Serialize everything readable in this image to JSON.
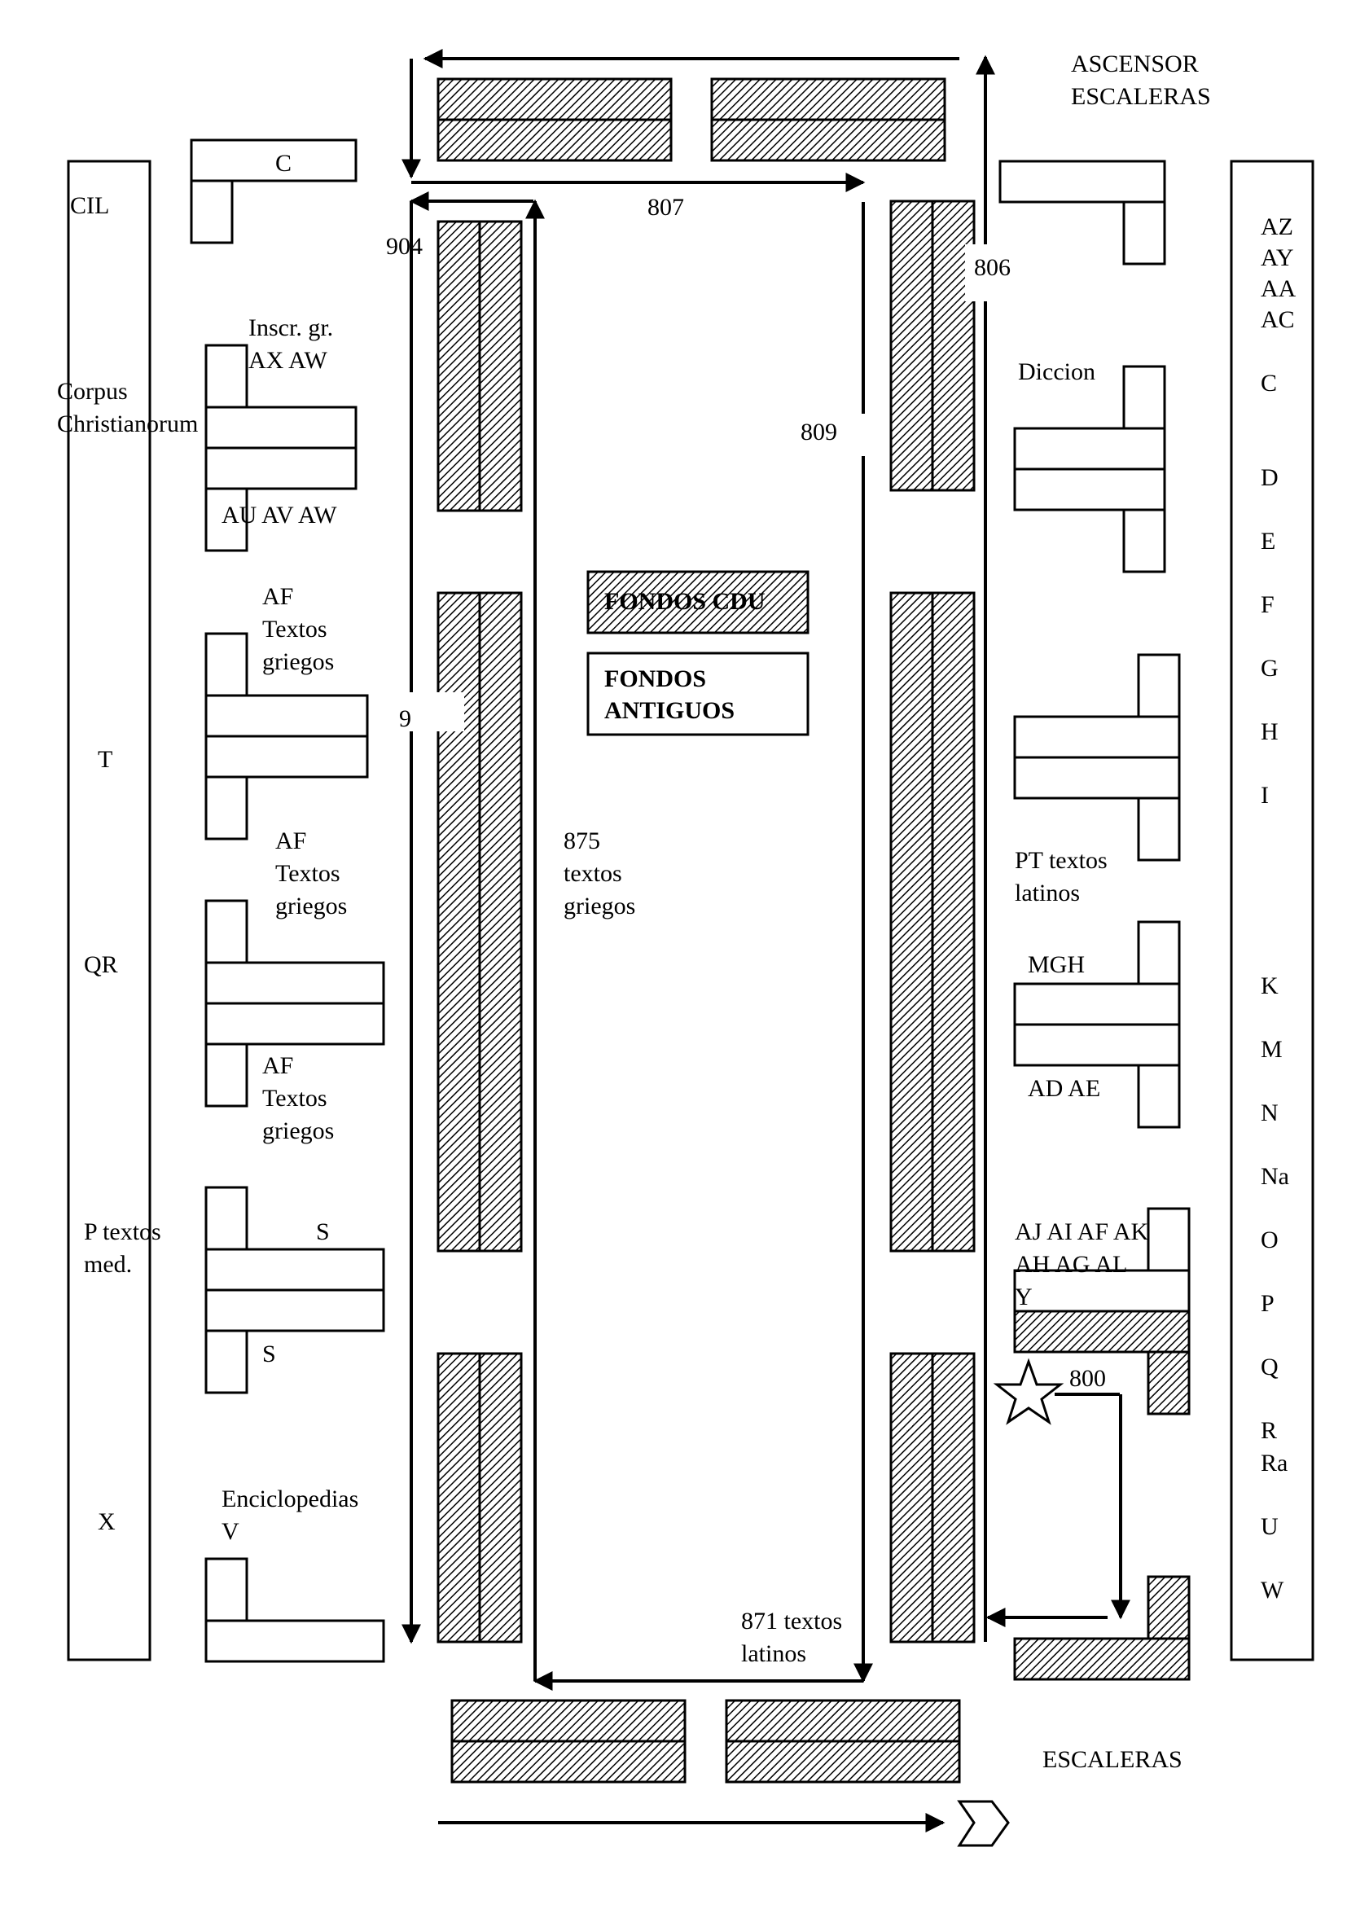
{
  "colors": {
    "ink": "#000000",
    "paper": "#ffffff"
  },
  "icons": {
    "marker": "star-icon",
    "exit": "chevron-right-icon"
  },
  "top_right": {
    "line1": "ASCENSOR",
    "line2": "ESCALERAS"
  },
  "bottom_right": "ESCALERAS",
  "numbers": {
    "n807": "807",
    "n806": "806",
    "n904": "904",
    "n809": "809",
    "n9": "9",
    "n800": "800",
    "n875": [
      "875",
      "textos",
      "griegos"
    ],
    "n871": [
      "871 textos",
      "latinos"
    ]
  },
  "center": {
    "fondos_cdu": "FONDOS CDU",
    "fondos_antiguos": [
      "FONDOS",
      "ANTIGUOS"
    ]
  },
  "left_wall": [
    "CIL",
    "Corpus",
    "Christianorum",
    "T",
    "QR",
    "P textos",
    "med.",
    "X"
  ],
  "left_units": {
    "c": "C",
    "inscr": [
      "Inscr. gr.",
      "AX AW"
    ],
    "au": "AU AV AW",
    "af1": [
      "AF",
      "Textos",
      "griegos"
    ],
    "af2": [
      "AF",
      "Textos",
      "griegos"
    ],
    "af3": [
      "AF",
      "Textos",
      "griegos"
    ],
    "s1": "S",
    "s2": "S",
    "encic": [
      "Enciclopedias",
      "V"
    ]
  },
  "right_units": {
    "diccion": "Diccion",
    "pt": [
      "PT textos",
      "latinos"
    ],
    "mgh": "MGH",
    "adae": "AD AE",
    "aj": [
      "AJ AI AF AK",
      "AH AG AL",
      "Y"
    ]
  },
  "right_wall": [
    "AZ",
    "AY",
    "AA",
    "AC",
    "C",
    "D",
    "E",
    "F",
    "G",
    "H",
    "I",
    "K",
    "M",
    "N",
    "Na",
    "O",
    "P",
    "Q",
    "R",
    "Ra",
    "U",
    "W"
  ]
}
